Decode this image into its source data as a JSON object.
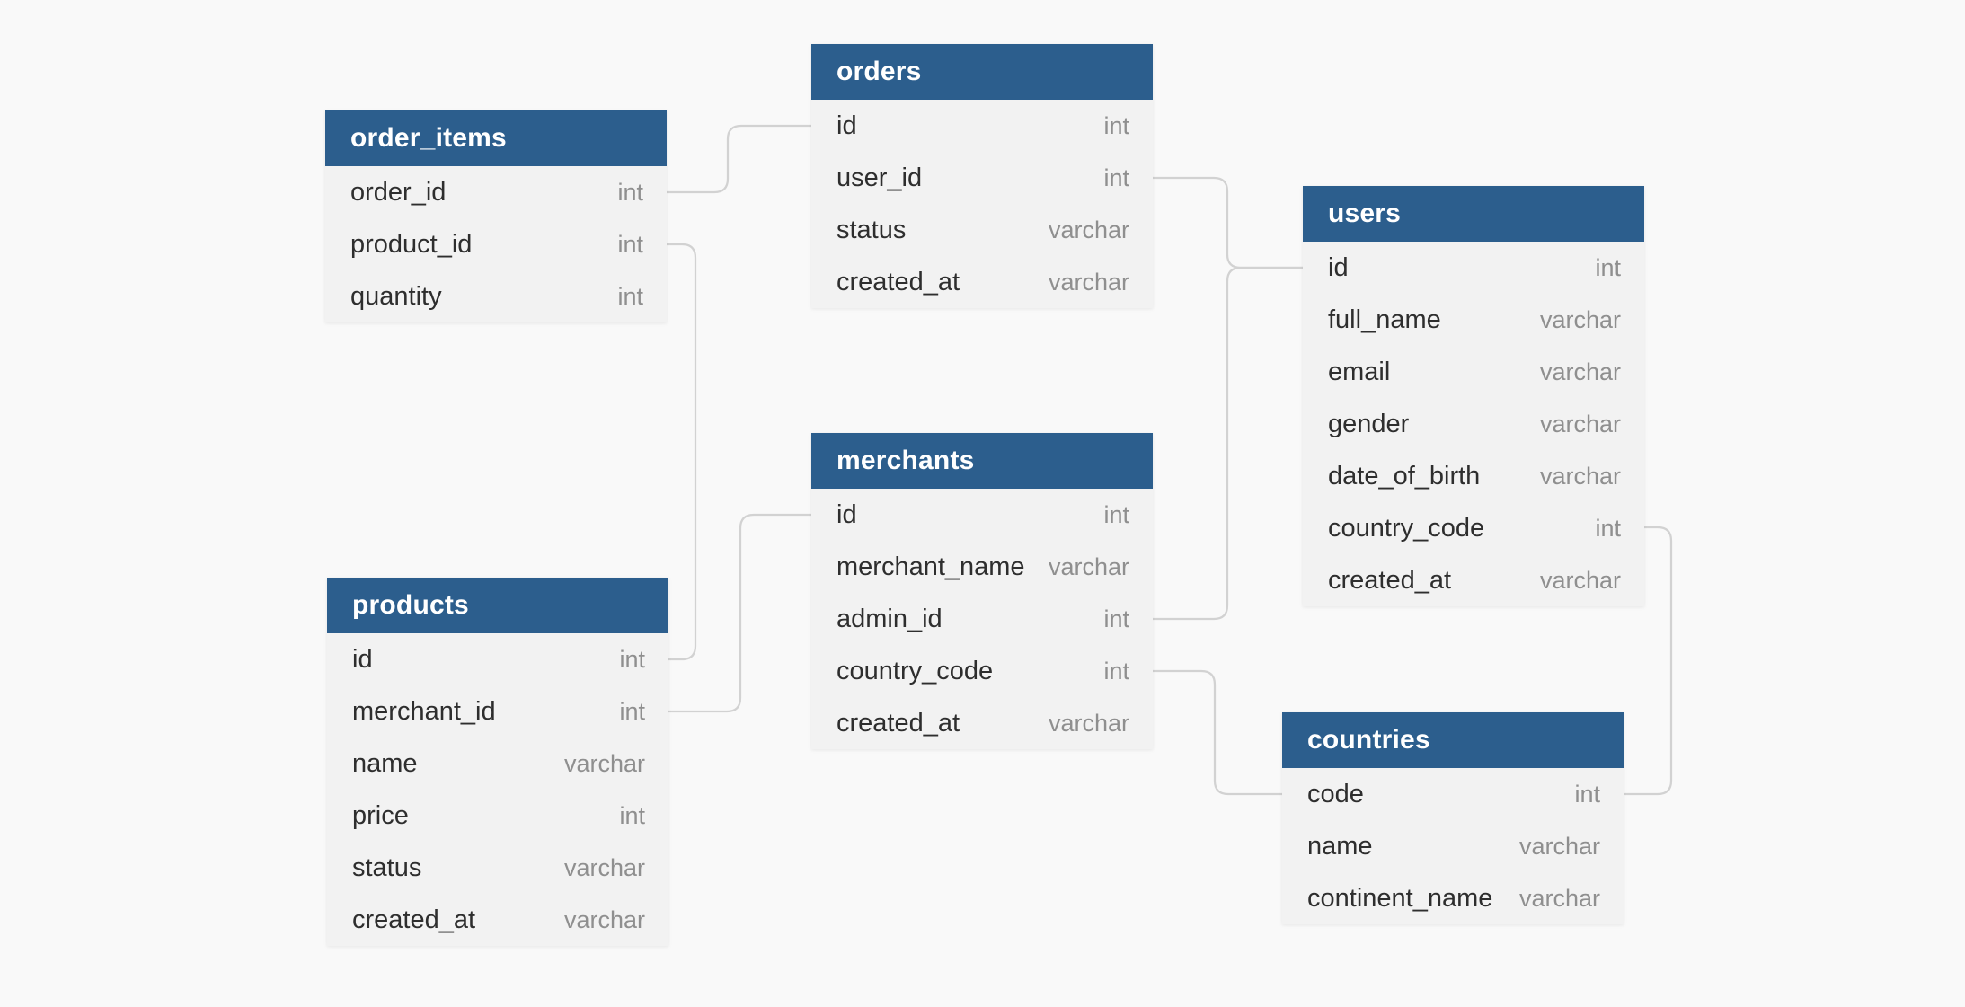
{
  "diagram": {
    "type": "database-er-diagram",
    "colors": {
      "canvas_background": "#f9f9f9",
      "table_header": "#2c5e8d",
      "table_header_text": "#ffffff",
      "table_body": "#f2f2f2",
      "field_name_text": "#2e2e2e",
      "field_type_text": "#8f8f8f",
      "connector_line": "#d2d2d2"
    }
  },
  "tables": [
    {
      "name": "order_items",
      "fields": [
        {
          "name": "order_id",
          "type": "int"
        },
        {
          "name": "product_id",
          "type": "int"
        },
        {
          "name": "quantity",
          "type": "int"
        }
      ]
    },
    {
      "name": "orders",
      "fields": [
        {
          "name": "id",
          "type": "int"
        },
        {
          "name": "user_id",
          "type": "int"
        },
        {
          "name": "status",
          "type": "varchar"
        },
        {
          "name": "created_at",
          "type": "varchar"
        }
      ]
    },
    {
      "name": "users",
      "fields": [
        {
          "name": "id",
          "type": "int"
        },
        {
          "name": "full_name",
          "type": "varchar"
        },
        {
          "name": "email",
          "type": "varchar"
        },
        {
          "name": "gender",
          "type": "varchar"
        },
        {
          "name": "date_of_birth",
          "type": "varchar"
        },
        {
          "name": "country_code",
          "type": "int"
        },
        {
          "name": "created_at",
          "type": "varchar"
        }
      ]
    },
    {
      "name": "merchants",
      "fields": [
        {
          "name": "id",
          "type": "int"
        },
        {
          "name": "merchant_name",
          "type": "varchar"
        },
        {
          "name": "admin_id",
          "type": "int"
        },
        {
          "name": "country_code",
          "type": "int"
        },
        {
          "name": "created_at",
          "type": "varchar"
        }
      ]
    },
    {
      "name": "products",
      "fields": [
        {
          "name": "id",
          "type": "int"
        },
        {
          "name": "merchant_id",
          "type": "int"
        },
        {
          "name": "name",
          "type": "varchar"
        },
        {
          "name": "price",
          "type": "int"
        },
        {
          "name": "status",
          "type": "varchar"
        },
        {
          "name": "created_at",
          "type": "varchar"
        }
      ]
    },
    {
      "name": "countries",
      "fields": [
        {
          "name": "code",
          "type": "int"
        },
        {
          "name": "name",
          "type": "varchar"
        },
        {
          "name": "continent_name",
          "type": "varchar"
        }
      ]
    }
  ],
  "relationships": [
    {
      "from": "order_items.order_id",
      "to": "orders.id"
    },
    {
      "from": "orders.user_id",
      "to": "users.id"
    },
    {
      "from": "merchants.admin_id",
      "to": "users.id"
    },
    {
      "from": "order_items.product_id",
      "to": "products.id"
    },
    {
      "from": "merchants.id",
      "to": "products.merchant_id"
    },
    {
      "from": "merchants.country_code",
      "to": "countries.code"
    },
    {
      "from": "users.country_code",
      "to": "countries.code"
    }
  ]
}
